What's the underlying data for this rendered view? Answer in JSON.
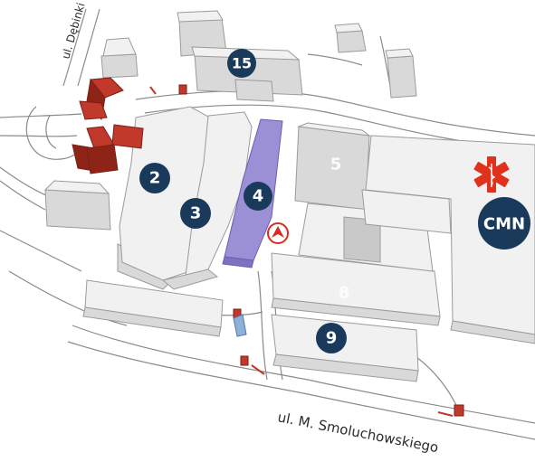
{
  "streets": {
    "debinki": "ul. Dębinki",
    "smoluchowskiego": "ul. M. Smoluchowskiego"
  },
  "buildings": {
    "b2": "2",
    "b3": "3",
    "b4": "4",
    "b5": "5",
    "b8": "8",
    "b9": "9",
    "b15": "15",
    "cmn": "CMN"
  },
  "colors": {
    "badge": "#1a3a5c",
    "highlight_building": "#9b8fd6",
    "historic_building": "#c0392b",
    "emergency": "#e0311d",
    "you_are_here": "#d92b20"
  },
  "icons": {
    "emergency": "star-of-life-icon",
    "location": "you-are-here-icon",
    "entrance": "entrance-marker-icon",
    "monument": "monument-icon"
  }
}
